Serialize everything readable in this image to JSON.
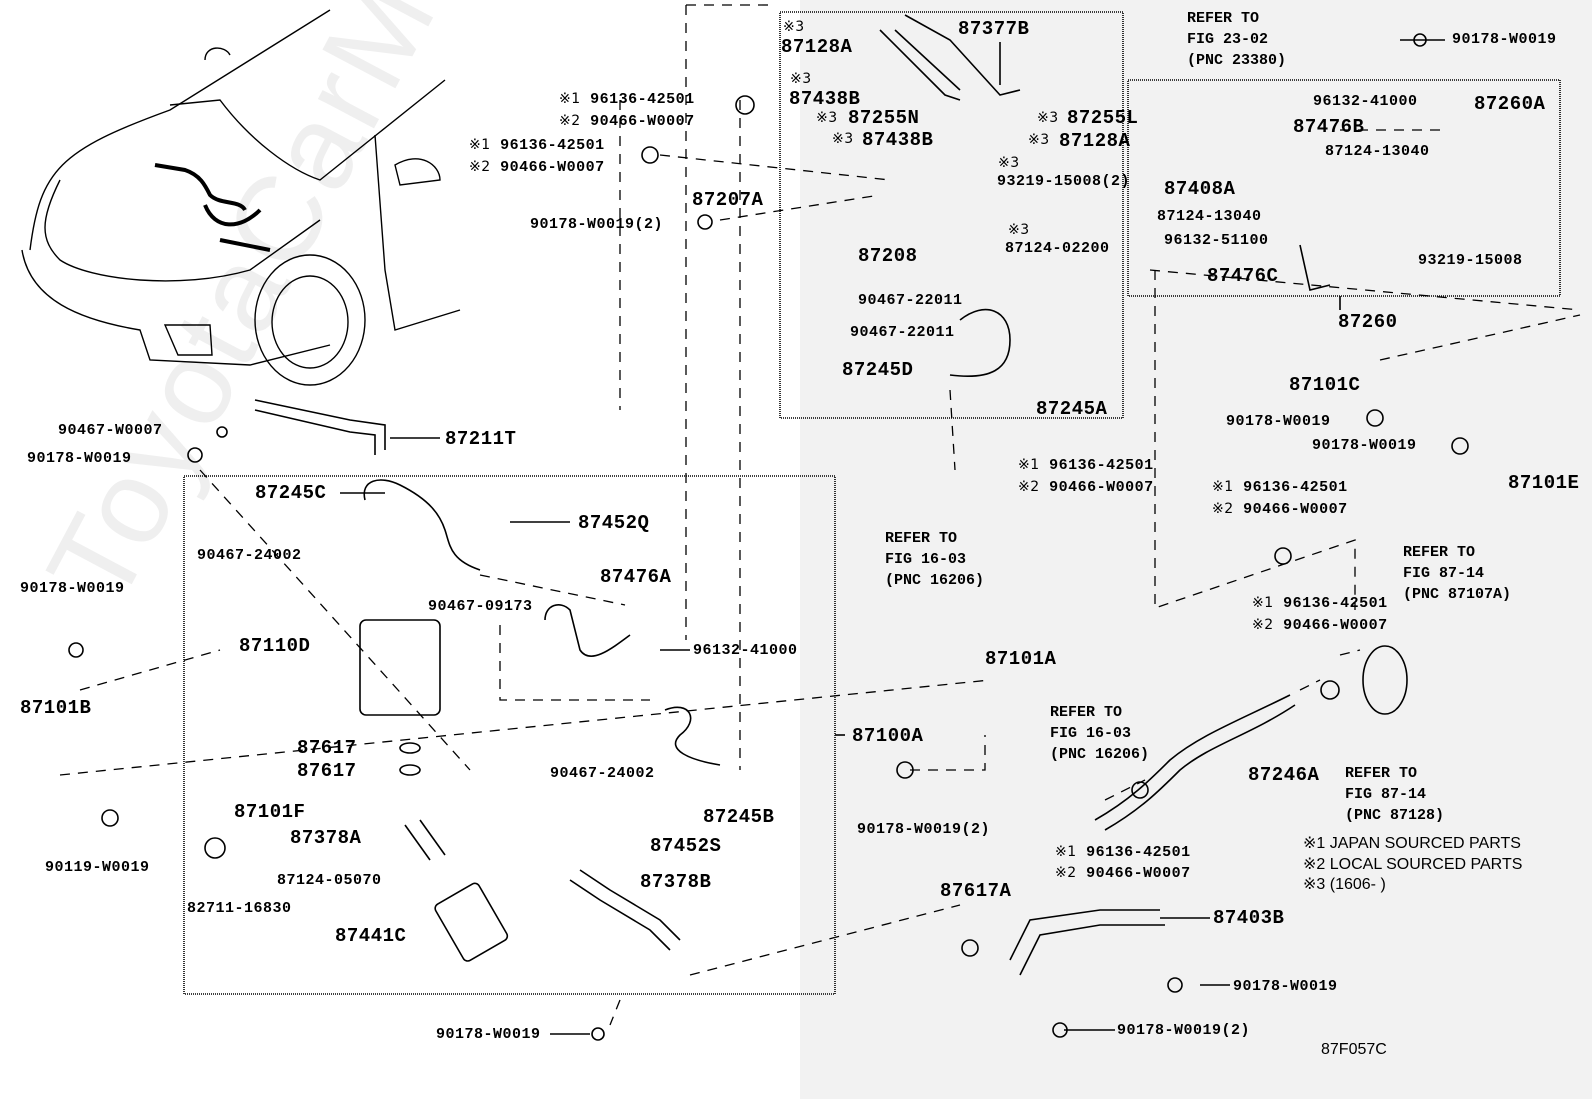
{
  "diagram": {
    "figure_code": "87F057C",
    "watermark": "ToyotaCarMine.ru",
    "legend": [
      "※1 JAPAN SOURCED PARTS",
      "※2 LOCAL SOURCED PARTS",
      "※3 (1606-      )"
    ],
    "references": {
      "fig_23_02": "REFER TO\nFIG 23-02\n(PNC 23380)",
      "fig_16_03_a": "REFER TO\nFIG 16-03\n(PNC 16206)",
      "fig_16_03_b": "REFER TO\nFIG 16-03\n(PNC 16206)",
      "fig_87_14_a": "REFER TO\nFIG 87-14\n(PNC 87107A)",
      "fig_87_14_b": "REFER TO\nFIG 87-14\n(PNC 87128)"
    },
    "marks": {
      "m1": "※1",
      "m2": "※2",
      "m3": "※3"
    },
    "parts": {
      "p87128A_top": "87128A",
      "p87377B": "87377B",
      "p87438B_top": "87438B",
      "p87255N": "87255N",
      "p87255L": "87255L",
      "p87438B_mid": "87438B",
      "p87128A_mid": "87128A",
      "p93219_15008_2": "93219-15008(2)",
      "p87207A": "87207A",
      "p87124_02200": "87124-02200",
      "p87208": "87208",
      "p90467_22011_a": "90467-22011",
      "p90467_22011_b": "90467-22011",
      "p87245D": "87245D",
      "p87245A": "87245A",
      "p96136_42501_a": "96136-42501",
      "p90466_W0007_a": "90466-W0007",
      "p96136_42501_b": "96136-42501",
      "p90466_W0007_b": "90466-W0007",
      "p90178_W0019_2_a": "90178-W0019(2)",
      "p90178_W0019_tr": "90178-W0019",
      "p96132_41000_a": "96132-41000",
      "p87476B": "87476B",
      "p87124_13040_a": "87124-13040",
      "p87408A": "87408A",
      "p87124_13040_b": "87124-13040",
      "p96132_51100": "96132-51100",
      "p87476C": "87476C",
      "p87260A": "87260A",
      "p93219_15008": "93219-15008",
      "p87260": "87260",
      "p87101C": "87101C",
      "p90178_W0019_c1": "90178-W0019",
      "p90178_W0019_c2": "90178-W0019",
      "p87101E": "87101E",
      "p96136_42501_c": "96136-42501",
      "p90466_W0007_c": "90466-W0007",
      "p96136_42501_d": "96136-42501",
      "p90466_W0007_d": "90466-W0007",
      "p96136_42501_e": "96136-42501",
      "p90466_W0007_e": "90466-W0007",
      "p96136_42501_f": "96136-42501",
      "p90466_W0007_f": "90466-W0007",
      "p90467_W0007": "90467-W0007",
      "p90178_W0019_l1": "90178-W0019",
      "p87211T": "87211T",
      "p87245C": "87245C",
      "p87452Q": "87452Q",
      "p90467_24002_a": "90467-24002",
      "p87476A": "87476A",
      "p90467_09173": "90467-09173",
      "p96132_41000_b": "96132-41000",
      "p90178_W0019_l2": "90178-W0019",
      "p87110D": "87110D",
      "p87101B": "87101B",
      "p87101A": "87101A",
      "p87100A": "87100A",
      "p87617_a": "87617",
      "p87617_b": "87617",
      "p87101F": "87101F",
      "p90467_24002_b": "90467-24002",
      "p87245B": "87245B",
      "p87378A": "87378A",
      "p90119_W0019": "90119-W0019",
      "p90178_W0019_2_b": "90178-W0019(2)",
      "p87452S": "87452S",
      "p87124_05070": "87124-05070",
      "p87378B": "87378B",
      "p82711_16830": "82711-16830",
      "p87441C": "87441C",
      "p87246A": "87246A",
      "p87617A": "87617A",
      "p87403B": "87403B",
      "p90178_W0019_r": "90178-W0019",
      "p90178_W0019_2_c": "90178-W0019(2)",
      "p90178_W0019_bot": "90178-W0019"
    }
  }
}
